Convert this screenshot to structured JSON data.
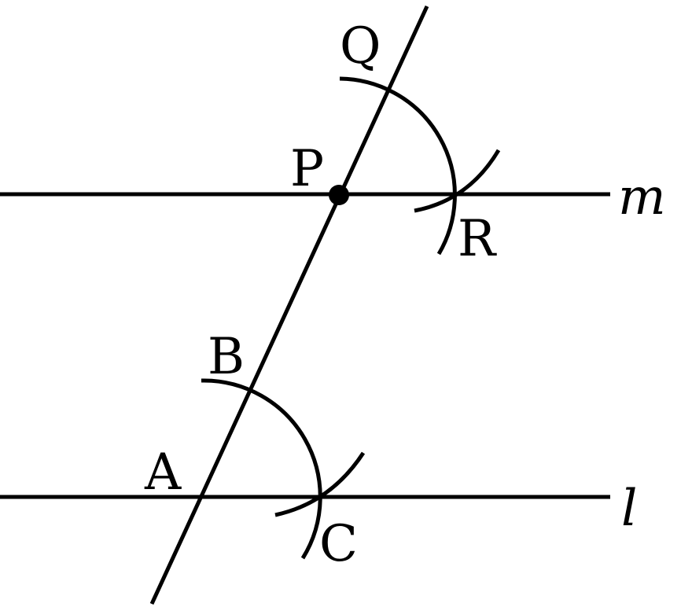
{
  "diagram": {
    "points": {
      "A": "A",
      "B": "B",
      "C": "C",
      "P": "P",
      "Q": "Q",
      "R": "R"
    },
    "lines": {
      "l": "l",
      "m": "m"
    },
    "colors": {
      "stroke": "#000000",
      "background": "#ffffff"
    }
  }
}
